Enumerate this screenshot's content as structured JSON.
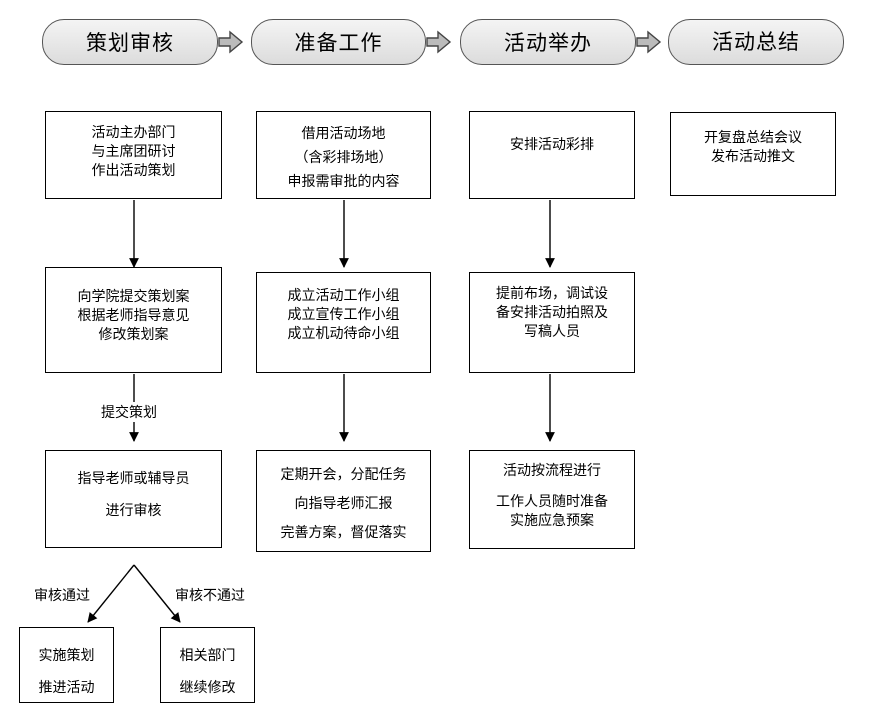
{
  "stages": [
    "策划审核",
    "准备工作",
    "活动举办",
    "活动总结"
  ],
  "col1": {
    "box1": [
      "活动主办部门",
      "与主席团研讨",
      "作出活动策划"
    ],
    "box2": [
      "向学院提交策划案",
      "根据老师指导意见",
      "修改策划案"
    ],
    "edge_label": "提交策划",
    "box3": [
      "指导老师或辅导员",
      "进行审核"
    ],
    "approve_label": "审核通过",
    "reject_label": "审核不通过",
    "approve_box": [
      "实施策划",
      "推进活动"
    ],
    "reject_box": [
      "相关部门",
      "继续修改"
    ]
  },
  "col2": {
    "box1": [
      "借用活动场地",
      "（含彩排场地）",
      "申报需审批的内容"
    ],
    "box2": [
      "成立活动工作小组",
      "成立宣传工作小组",
      "成立机动待命小组"
    ],
    "box3": [
      "定期开会，分配任务",
      "向指导老师汇报",
      "完善方案，督促落实"
    ]
  },
  "col3": {
    "box1": [
      "安排活动彩排"
    ],
    "box2": [
      "提前布场，调试设",
      "备安排活动拍照及",
      "写稿人员"
    ],
    "box3": [
      "活动按流程进行",
      "工作人员随时准备",
      "实施应急预案"
    ]
  },
  "col4": {
    "box1": [
      "开复盘总结会议",
      "发布活动推文"
    ]
  }
}
